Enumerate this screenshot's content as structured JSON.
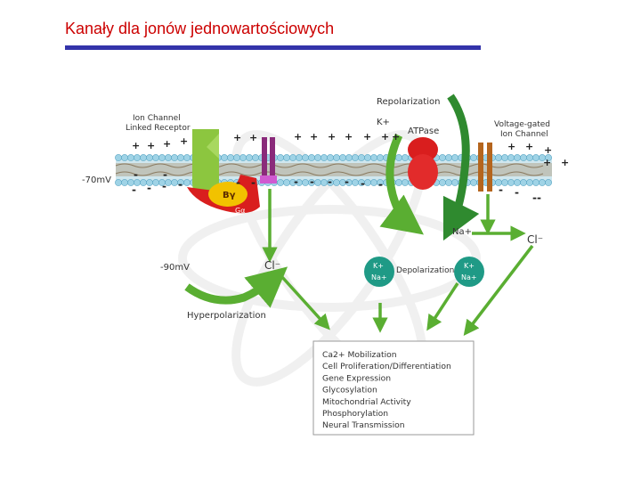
{
  "title": "Kanały dla jonów jednowartościowych",
  "colors": {
    "title": "#cc0000",
    "rule": "#3333aa",
    "arrow_green": "#5aae32",
    "dark_green": "#2f8a2f",
    "membrane": "#9fd3e6",
    "receptor_green": "#8cc63f",
    "receptor_red": "#d91e1e",
    "yellow": "#f2c200",
    "teal_circle": "#1f9a86"
  },
  "labels": {
    "ion_channel_line1": "Ion Channel",
    "ion_channel_line2": "Linked Receptor",
    "repolarization": "Repolarization",
    "k_top": "K+",
    "atpase": "ATPase",
    "voltage_gated_line1": "Voltage-gated",
    "voltage_gated_line2": "Ion Channel",
    "mv70": "-70mV",
    "mv90": "-90mV",
    "by": "Bγ",
    "alpha": "Gα",
    "na_right": "Na+",
    "cl_right": "Cl⁻",
    "cl_left": "Cl⁻",
    "circle_left_k": "K+",
    "circle_left_na": "Na+",
    "depolarization": "Depolarization",
    "circle_right_k": "K+",
    "circle_right_na": "Na+",
    "hyperpolarization": "Hyperpolarization"
  },
  "box_items": [
    "Ca2+ Mobilization",
    "Cell Proliferation/Differentiation",
    "Gene Expression",
    "Glycosylation",
    "Mitochondrial Activity",
    "Phosphorylation",
    "Neural Transmission"
  ],
  "plus_top": [
    "+",
    "+",
    "+",
    "+",
    "+",
    "+",
    "+",
    "+",
    "+",
    "+",
    "+",
    "+",
    "+",
    "+",
    "+",
    "+",
    "+",
    "+"
  ],
  "minus_bottom": [
    "-",
    "-",
    "-",
    "-",
    "-",
    "-",
    "-",
    "-",
    "-",
    "-",
    "-",
    "-",
    "-",
    "-",
    "-",
    "-",
    "-",
    "-"
  ]
}
